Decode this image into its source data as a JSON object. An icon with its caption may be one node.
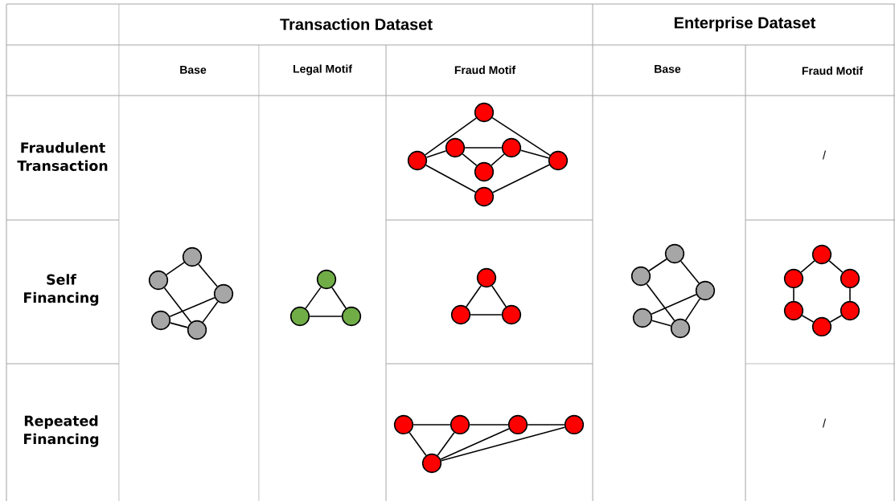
{
  "diagram": {
    "nodes": [
      {
        "text": [],
        "shape": "circle"
      },
      {
        "text": [],
        "shape": "circle"
      },
      {
        "text": [],
        "shape": "circle"
      },
      {
        "text": [],
        "shape": "circle"
      },
      {
        "text": [],
        "shape": "circle"
      },
      {
        "text": [],
        "shape": "circle"
      },
      {
        "text": [],
        "shape": "circle"
      },
      {
        "text": [],
        "shape": "circle"
      },
      {
        "text": [],
        "shape": "circle"
      },
      {
        "text": [],
        "shape": "circle"
      },
      {
        "text": [],
        "shape": "circle"
      },
      {
        "text": [],
        "shape": "circle"
      },
      {
        "text": [],
        "shape": "circle"
      },
      {
        "text": [],
        "shape": "circle"
      },
      {
        "text": [],
        "shape": "circle"
      },
      {
        "text": [],
        "shape": "circle"
      },
      {
        "text": [],
        "shape": "circle"
      },
      {
        "text": [],
        "shape": "circle"
      },
      {
        "text": [],
        "shape": "circle"
      },
      {
        "text": [],
        "shape": "circle"
      },
      {
        "text": [],
        "shape": "circle"
      },
      {
        "text": [],
        "shape": "circle"
      },
      {
        "text": [],
        "shape": "circle"
      },
      {
        "text": [],
        "shape": "circle"
      },
      {
        "text": [],
        "shape": "circle"
      },
      {
        "text": [],
        "shape": "circle"
      },
      {
        "text": [],
        "shape": "circle"
      },
      {
        "text": [],
        "shape": "circle"
      },
      {
        "text": [],
        "shape": "circle"
      },
      {
        "text": [],
        "shape": "circle"
      },
      {
        "text": [],
        "shape": "circle"
      },
      {
        "text": [],
        "shape": "circle"
      },
      {
        "text": [],
        "shape": "circle"
      },
      {
        "text": [],
        "shape": "circle"
      }
    ],
    "edges": [
      {
        "from": 0,
        "to": 1,
        "arrow": "none"
      },
      {
        "from": 0,
        "to": 2,
        "arrow": "none"
      },
      {
        "from": 1,
        "to": 4,
        "arrow": "none"
      },
      {
        "from": 3,
        "to": 2,
        "arrow": "none"
      },
      {
        "from": 3,
        "to": 4,
        "arrow": "none"
      },
      {
        "from": 4,
        "to": 2,
        "arrow": "none"
      },
      {
        "from": 5,
        "to": 6,
        "arrow": "none"
      },
      {
        "from": 5,
        "to": 7,
        "arrow": "none"
      },
      {
        "from": 6,
        "to": 7,
        "arrow": "none"
      },
      {
        "from": 8,
        "to": 9,
        "arrow": "none"
      },
      {
        "from": 8,
        "to": 13,
        "arrow": "none"
      },
      {
        "from": 9,
        "to": 10,
        "arrow": "none"
      },
      {
        "from": 10,
        "to": 11,
        "arrow": "none"
      },
      {
        "from": 10,
        "to": 12,
        "arrow": "none"
      },
      {
        "from": 12,
        "to": 11,
        "arrow": "none"
      },
      {
        "from": 11,
        "to": 13,
        "arrow": "none"
      },
      {
        "from": 9,
        "to": 14,
        "arrow": "none"
      },
      {
        "from": 14,
        "to": 13,
        "arrow": "none"
      },
      {
        "from": 15,
        "to": 16,
        "arrow": "none"
      },
      {
        "from": 15,
        "to": 17,
        "arrow": "none"
      },
      {
        "from": 16,
        "to": 17,
        "arrow": "none"
      },
      {
        "from": 18,
        "to": 19,
        "arrow": "none"
      },
      {
        "from": 18,
        "to": 20,
        "arrow": "none"
      },
      {
        "from": 19,
        "to": 22,
        "arrow": "none"
      },
      {
        "from": 21,
        "to": 20,
        "arrow": "none"
      },
      {
        "from": 21,
        "to": 22,
        "arrow": "none"
      },
      {
        "from": 22,
        "to": 20,
        "arrow": "none"
      },
      {
        "from": 23,
        "to": 24,
        "arrow": "none"
      },
      {
        "from": 23,
        "to": 25,
        "arrow": "none"
      },
      {
        "from": 24,
        "to": 26,
        "arrow": "none"
      },
      {
        "from": 25,
        "to": 27,
        "arrow": "none"
      },
      {
        "from": 26,
        "to": 28,
        "arrow": "none"
      },
      {
        "from": 27,
        "to": 28,
        "arrow": "none"
      },
      {
        "from": 29,
        "to": 30,
        "arrow": "none"
      },
      {
        "from": 30,
        "to": 31,
        "arrow": "none"
      },
      {
        "from": 31,
        "to": 32,
        "arrow": "none"
      },
      {
        "from": 33,
        "to": 29,
        "arrow": "none"
      },
      {
        "from": 33,
        "to": 30,
        "arrow": "none"
      },
      {
        "from": 33,
        "to": 31,
        "arrow": "none"
      },
      {
        "from": 33,
        "to": 32,
        "arrow": "none"
      }
    ],
    "labels": [
      "Transaction Dataset",
      "Enterprise Dataset",
      "Base",
      "Legal Motif",
      "Fraud Motif",
      "Base",
      "Fraud Motif",
      "Fraudulent Transaction",
      "/",
      "Self Financing",
      "Repeated Financing",
      "/"
    ]
  }
}
